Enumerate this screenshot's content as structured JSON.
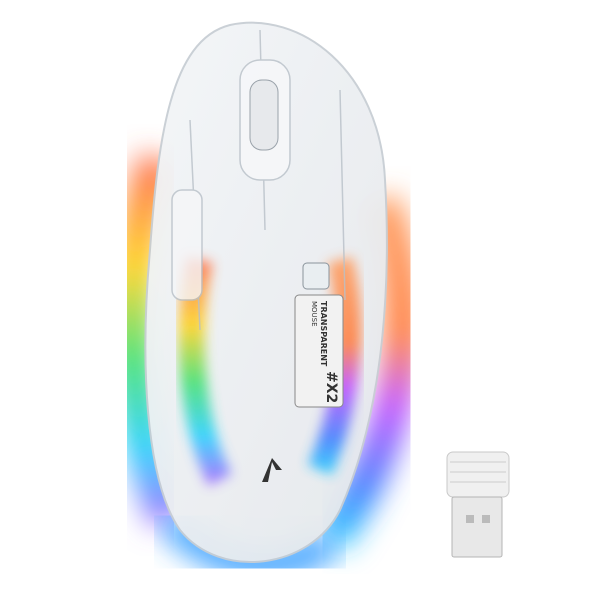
{
  "product": {
    "label_line1": "TRANSPARENT",
    "label_line2": "MOUSE",
    "label_model": "#X2",
    "glow_colors": [
      "#ff3b30",
      "#ff9500",
      "#ffe600",
      "#34c759",
      "#00c7ff",
      "#5856d6",
      "#ff2dd4"
    ]
  },
  "receiver": {}
}
